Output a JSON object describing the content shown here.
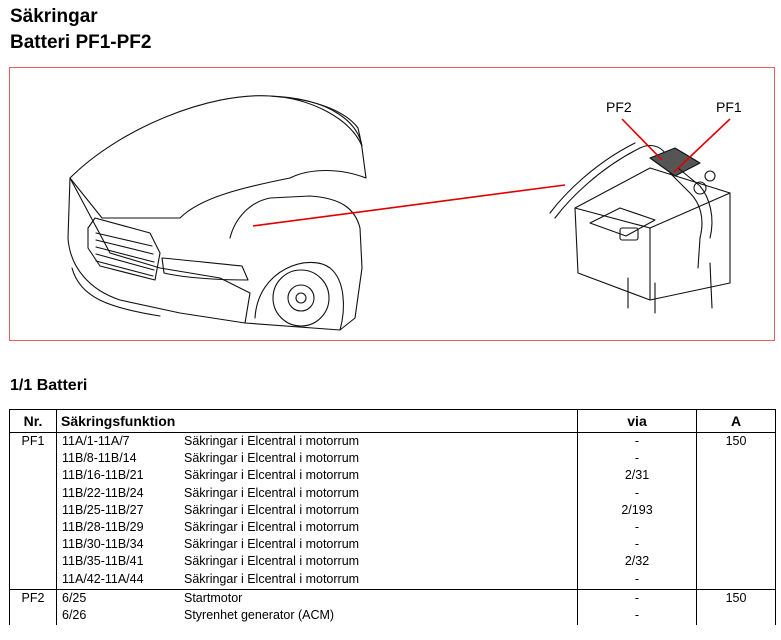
{
  "header": {
    "title": "Säkringar",
    "subtitle": "Batteri PF1-PF2"
  },
  "figure": {
    "labels": {
      "pf2": "PF2",
      "pf1": "PF1"
    },
    "accent_color": "#e00000",
    "border_color": "#e06060"
  },
  "section": {
    "title": "1/1 Batteri"
  },
  "table": {
    "headers": {
      "nr": "Nr.",
      "function": "Säkringsfunktion",
      "via": "via",
      "amp": "A"
    },
    "groups": [
      {
        "nr": "PF1",
        "amp": "150",
        "rows": [
          {
            "code": "11A/1-11A/7",
            "desc": "Säkringar i Elcentral i motorrum",
            "via": "-"
          },
          {
            "code": "11B/8-11B/14",
            "desc": "Säkringar i Elcentral i motorrum",
            "via": "-"
          },
          {
            "code": "11B/16-11B/21",
            "desc": "Säkringar i Elcentral i motorrum",
            "via": "2/31"
          },
          {
            "code": "11B/22-11B/24",
            "desc": "Säkringar i Elcentral i motorrum",
            "via": "-"
          },
          {
            "code": "11B/25-11B/27",
            "desc": "Säkringar i Elcentral i motorrum",
            "via": "2/193"
          },
          {
            "code": "11B/28-11B/29",
            "desc": "Säkringar i Elcentral i motorrum",
            "via": "-"
          },
          {
            "code": "11B/30-11B/34",
            "desc": "Säkringar i Elcentral i motorrum",
            "via": "-"
          },
          {
            "code": "11B/35-11B/41",
            "desc": "Säkringar i Elcentral i motorrum",
            "via": "2/32"
          },
          {
            "code": "11A/42-11A/44",
            "desc": "Säkringar i Elcentral i motorrum",
            "via": "-"
          }
        ]
      },
      {
        "nr": "PF2",
        "amp": "150",
        "rows": [
          {
            "code": "6/25",
            "desc": "Startmotor",
            "via": "-"
          },
          {
            "code": "6/26",
            "desc": "Styrenhet generator (ACM)",
            "via": "-"
          }
        ]
      }
    ]
  }
}
